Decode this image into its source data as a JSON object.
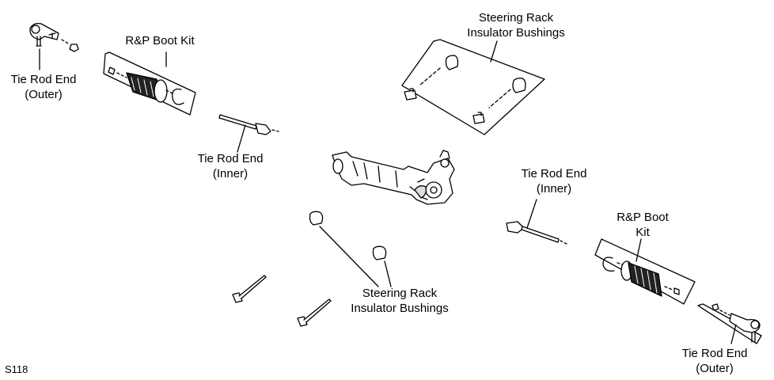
{
  "labels": {
    "tie_rod_outer_left": [
      "Tie Rod End",
      "(Outer)"
    ],
    "boot_kit_left": [
      "R&P Boot Kit"
    ],
    "tie_rod_inner_left": [
      "Tie Rod End",
      "(Inner)"
    ],
    "bushings_top": [
      "Steering Rack",
      "Insulator Bushings"
    ],
    "tie_rod_inner_right": [
      "Tie Rod End",
      "(Inner)"
    ],
    "boot_kit_right": [
      "R&P Boot",
      "Kit"
    ],
    "bushings_bottom": [
      "Steering Rack",
      "Insulator Bushings"
    ],
    "tie_rod_outer_right": [
      "Tie Rod End",
      "(Outer)"
    ]
  },
  "figure_code": "S118",
  "colors": {
    "line": "#000000",
    "background": "#ffffff",
    "fill_dark": "#222222",
    "fill_light": "#dddddd"
  }
}
